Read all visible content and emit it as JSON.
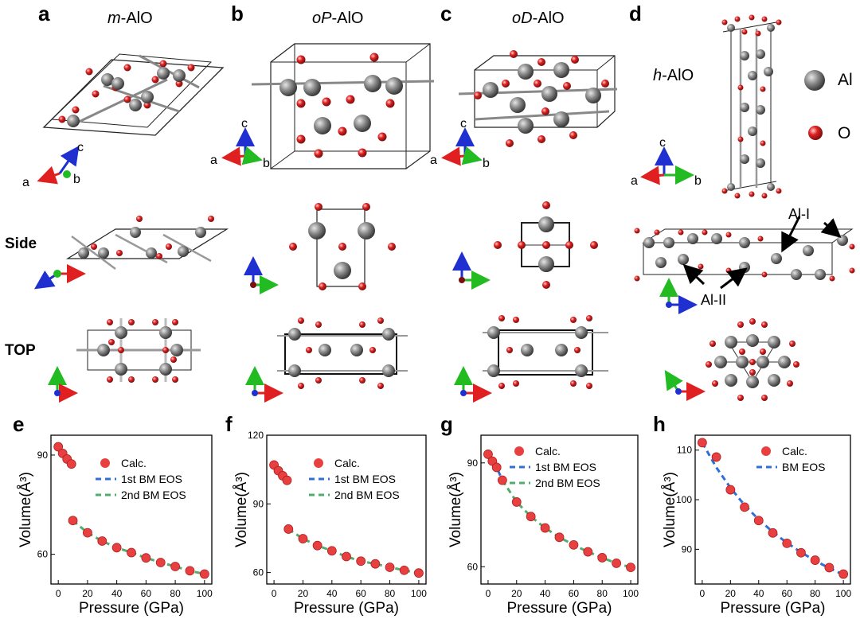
{
  "panels": {
    "a": {
      "letter": "a",
      "title_italic": "m",
      "title_rest": "-AlO",
      "axes": [
        "a",
        "b",
        "c"
      ]
    },
    "b": {
      "letter": "b",
      "title_italic": "oP",
      "title_rest": "-AlO",
      "axes": [
        "a",
        "b",
        "c"
      ]
    },
    "c": {
      "letter": "c",
      "title_italic": "oD",
      "title_rest": "-AlO",
      "axes": [
        "a",
        "b",
        "c"
      ]
    },
    "d": {
      "letter": "d",
      "title_italic": "h",
      "title_rest": "-AlO",
      "axes": [
        "a",
        "b",
        "c"
      ],
      "legend": [
        {
          "label": "Al",
          "color": "#7a7a7a"
        },
        {
          "label": "O",
          "color": "#e02020"
        }
      ],
      "site_labels": [
        "Al-I",
        "Al-II"
      ]
    }
  },
  "row_labels": {
    "side": "Side",
    "top": "TOP"
  },
  "colors": {
    "al": "#7a7a7a",
    "o": "#e02020",
    "calc": "#e84040",
    "fit1": "#2f6fd6",
    "fit2": "#4fae6b",
    "axis_a": "#e02020",
    "axis_b": "#22bb22",
    "axis_c": "#1f2fd0"
  },
  "chart_data": [
    {
      "type": "scatter",
      "letter": "e",
      "xlabel": "Pressure (GPa)",
      "ylabel": "Volume(Å³)",
      "xlim": [
        -5,
        105
      ],
      "ylim": [
        51,
        96
      ],
      "xticks": [
        0,
        20,
        40,
        60,
        80,
        100
      ],
      "yticks": [
        60,
        90
      ],
      "legend": [
        "Calc.",
        "1st BM EOS",
        "2nd BM EOS"
      ],
      "calc": {
        "x": [
          0,
          3,
          6,
          9,
          10,
          20,
          30,
          40,
          50,
          60,
          70,
          80,
          90,
          100
        ],
        "y": [
          92.5,
          90.5,
          88.8,
          87.3,
          70.2,
          66.5,
          64.0,
          62.0,
          60.5,
          58.9,
          57.5,
          56.3,
          55.0,
          54.0
        ]
      },
      "fits": [
        {
          "name": "1st BM EOS",
          "x": [
            0,
            3,
            6,
            9
          ],
          "y": [
            92.5,
            90.5,
            88.8,
            87.3
          ]
        },
        {
          "name": "2nd BM EOS",
          "x": [
            10,
            20,
            30,
            40,
            50,
            60,
            70,
            80,
            90,
            100
          ],
          "y": [
            70.2,
            66.5,
            64.0,
            62.0,
            60.5,
            58.9,
            57.5,
            56.3,
            55.0,
            54.0
          ]
        }
      ]
    },
    {
      "type": "scatter",
      "letter": "f",
      "xlabel": "Pressure (GPa)",
      "ylabel": "Volume(Å³)",
      "xlim": [
        -5,
        105
      ],
      "ylim": [
        55,
        120
      ],
      "xticks": [
        0,
        20,
        40,
        60,
        80,
        100
      ],
      "yticks": [
        60,
        90,
        120
      ],
      "legend": [
        "Calc.",
        "1st BM EOS",
        "2nd BM EOS"
      ],
      "calc": {
        "x": [
          0,
          3,
          6,
          9,
          10,
          20,
          30,
          40,
          50,
          60,
          70,
          80,
          90,
          100
        ],
        "y": [
          107.0,
          104.5,
          102.3,
          100.3,
          79.0,
          74.8,
          71.8,
          69.5,
          67.0,
          65.0,
          63.8,
          62.3,
          61.0,
          59.8
        ]
      },
      "fits": [
        {
          "name": "1st BM EOS",
          "x": [
            0,
            3,
            6,
            9
          ],
          "y": [
            107.0,
            104.5,
            102.3,
            100.3
          ]
        },
        {
          "name": "2nd BM EOS",
          "x": [
            10,
            20,
            30,
            40,
            50,
            60,
            70,
            80,
            90,
            100
          ],
          "y": [
            79.0,
            74.8,
            71.8,
            69.5,
            67.0,
            65.0,
            63.8,
            62.3,
            61.0,
            59.8
          ]
        }
      ]
    },
    {
      "type": "scatter",
      "letter": "g",
      "xlabel": "Pressure (GPa)",
      "ylabel": "Volume(Å³)",
      "xlim": [
        -5,
        105
      ],
      "ylim": [
        55,
        98
      ],
      "xticks": [
        0,
        20,
        40,
        60,
        80,
        100
      ],
      "yticks": [
        60,
        90
      ],
      "legend": [
        "Calc.",
        "1st BM EOS",
        "2nd BM EOS"
      ],
      "calc": {
        "x": [
          0,
          3,
          6,
          10,
          20,
          30,
          40,
          50,
          60,
          70,
          80,
          90,
          100
        ],
        "y": [
          92.5,
          90.5,
          88.7,
          85.0,
          78.7,
          74.5,
          71.2,
          68.5,
          66.3,
          64.3,
          62.6,
          61.0,
          59.8
        ]
      },
      "fits": [
        {
          "name": "1st BM EOS",
          "x": [
            0,
            3,
            6,
            10
          ],
          "y": [
            92.5,
            90.5,
            88.7,
            85.0
          ]
        },
        {
          "name": "2nd BM EOS",
          "x": [
            10,
            20,
            30,
            40,
            50,
            60,
            70,
            80,
            90,
            100
          ],
          "y": [
            85.0,
            78.7,
            74.5,
            71.2,
            68.5,
            66.3,
            64.3,
            62.6,
            61.0,
            59.8
          ]
        }
      ]
    },
    {
      "type": "scatter",
      "letter": "h",
      "xlabel": "Pressure (GPa)",
      "ylabel": "Volume(Å³)",
      "xlim": [
        -5,
        105
      ],
      "ylim": [
        83,
        113
      ],
      "xticks": [
        0,
        20,
        40,
        60,
        80,
        100
      ],
      "yticks": [
        90,
        100,
        110
      ],
      "legend": [
        "Calc.",
        "BM EOS"
      ],
      "calc": {
        "x": [
          0,
          10,
          20,
          30,
          40,
          50,
          60,
          70,
          80,
          90,
          100
        ],
        "y": [
          111.5,
          108.6,
          102.0,
          98.5,
          95.8,
          93.3,
          91.2,
          89.3,
          87.8,
          86.3,
          85.0
        ]
      },
      "fits": [
        {
          "name": "BM EOS",
          "x": [
            0,
            10,
            20,
            30,
            40,
            50,
            60,
            70,
            80,
            90,
            100
          ],
          "y": [
            111.5,
            106.5,
            102.4,
            98.9,
            96.0,
            93.5,
            91.3,
            89.4,
            87.7,
            86.2,
            84.9
          ]
        }
      ]
    }
  ]
}
